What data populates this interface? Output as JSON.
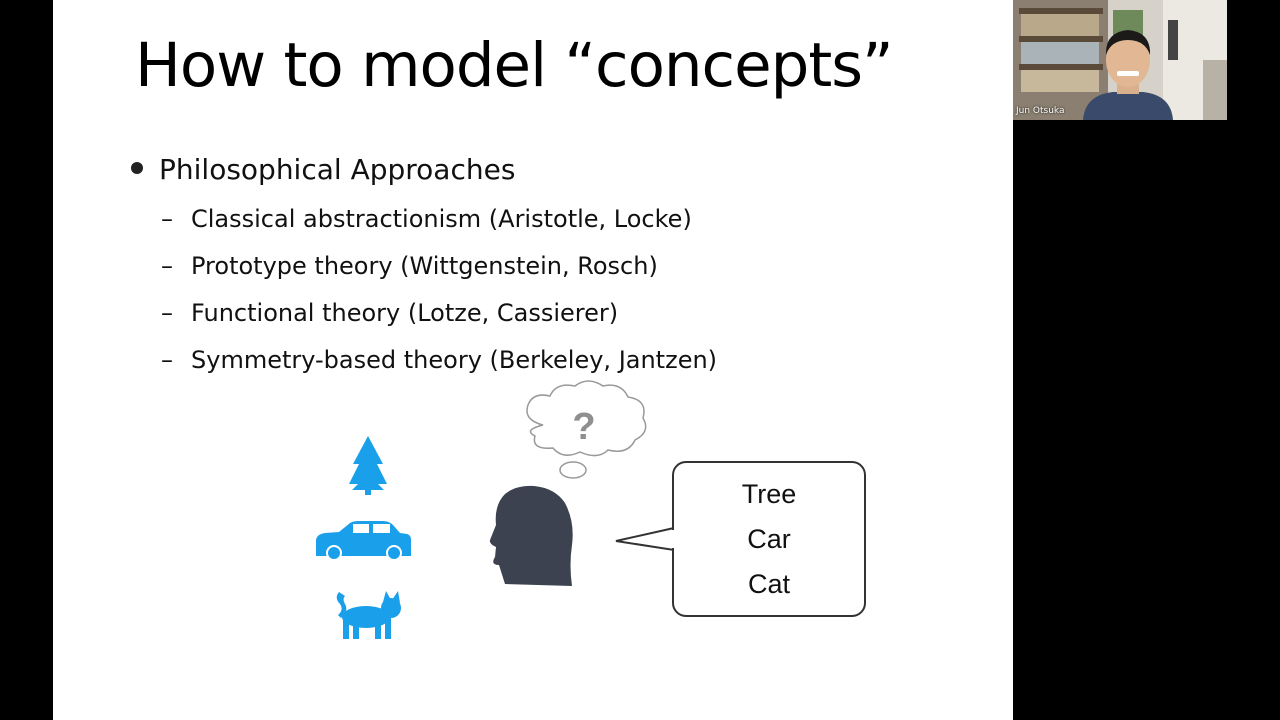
{
  "slide": {
    "title": "How to model “concepts”",
    "bullet": "Philosophical Approaches",
    "subitems": [
      "Classical abstractionism (Aristotle, Locke)",
      "Prototype theory (Wittgenstein, Rosch)",
      "Functional theory (Lotze, Cassierer)",
      "Symmetry-based theory (Berkeley, Jantzen)"
    ],
    "thought_symbol": "?",
    "answer_words": [
      "Tree",
      "Car",
      "Cat"
    ],
    "icons": [
      "tree-icon",
      "car-icon",
      "cat-icon",
      "head-icon",
      "thought-bubble-icon",
      "speech-bubble-icon"
    ],
    "colors": {
      "icon_blue": "#1aa0ea",
      "head": "#3c4250",
      "background": "#000000"
    }
  },
  "participant": {
    "name": "Jun Otsuka"
  }
}
